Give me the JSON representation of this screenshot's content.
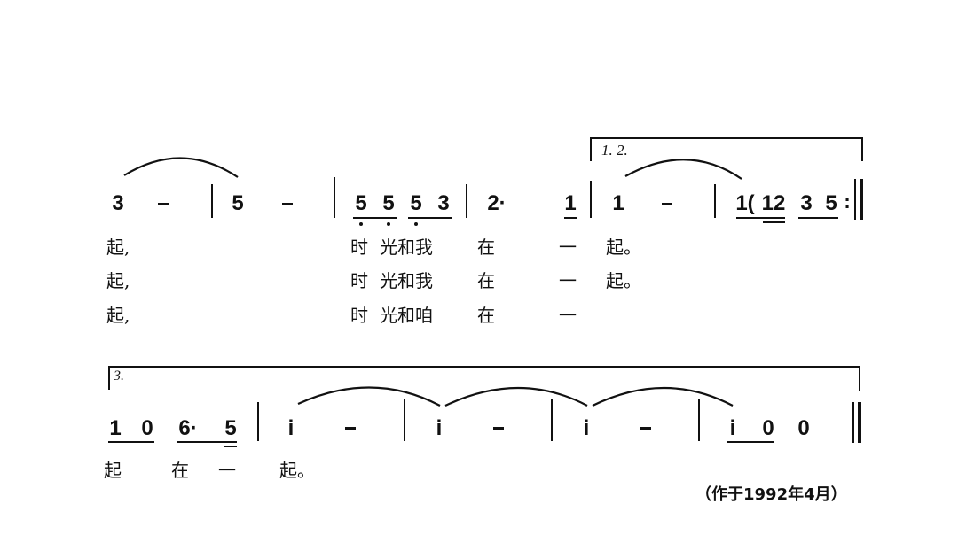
{
  "score": {
    "line1": {
      "notes": {
        "m1_n1": "3",
        "m1_n2": "–",
        "m2_n1": "5",
        "m2_n2": "–",
        "m3_n1": "5",
        "m3_n2": "5",
        "m3_n3": "5",
        "m3_n4": "3",
        "m4_n1": "2·",
        "m4_n2": "1",
        "m5_n1": "1",
        "m5_n2": "–",
        "m6_n1": "1(",
        "m6_n2": "12",
        "m6_n3": "3",
        "m6_n4": "5",
        "repeat_end": ":"
      },
      "volta": {
        "label": "1. 2."
      },
      "lyrics": [
        {
          "l1": "起,",
          "l2": "时",
          "l3": "光和我",
          "l4": "在",
          "l5": "一",
          "l6": "起。"
        },
        {
          "l1": "起,",
          "l2": "时",
          "l3": "光和我",
          "l4": "在",
          "l5": "一",
          "l6": "起。"
        },
        {
          "l1": "起,",
          "l2": "时",
          "l3": "光和咱",
          "l4": "在",
          "l5": "一",
          "l6": ""
        }
      ]
    },
    "line2": {
      "volta": {
        "label": "3."
      },
      "notes": {
        "m1_n1": "1",
        "m1_n2": "0",
        "m1_n3": "6·",
        "m1_n4": "5",
        "m2_n1": "i",
        "m2_n2": "–",
        "m3_n1": "i",
        "m3_n2": "–",
        "m4_n1": "i",
        "m4_n2": "–",
        "m5_n1": "i",
        "m5_n2": "0",
        "m5_n3": "0"
      },
      "lyrics": {
        "l1": "起",
        "l2": "在",
        "l3": "一",
        "l4": "起。"
      }
    },
    "footnote": "（作于1992年4月）"
  }
}
